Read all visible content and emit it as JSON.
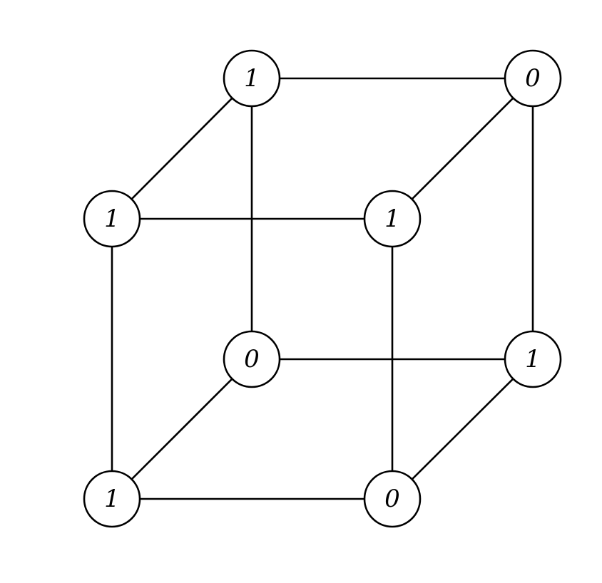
{
  "diagram": {
    "kind": "cube-graph",
    "vertices": [
      {
        "id": "back-top-left",
        "label": "1"
      },
      {
        "id": "back-top-right",
        "label": "0"
      },
      {
        "id": "front-top-left",
        "label": "1"
      },
      {
        "id": "front-top-right",
        "label": "1"
      },
      {
        "id": "back-bottom-left",
        "label": "0"
      },
      {
        "id": "back-bottom-right",
        "label": "1"
      },
      {
        "id": "front-bottom-left",
        "label": "1"
      },
      {
        "id": "front-bottom-right",
        "label": "0"
      }
    ],
    "edges": [
      [
        "back-top-left",
        "back-top-right"
      ],
      [
        "back-top-left",
        "front-top-left"
      ],
      [
        "back-top-left",
        "back-bottom-left"
      ],
      [
        "back-top-right",
        "front-top-right"
      ],
      [
        "back-top-right",
        "back-bottom-right"
      ],
      [
        "front-top-left",
        "front-top-right"
      ],
      [
        "front-top-left",
        "front-bottom-left"
      ],
      [
        "front-top-right",
        "front-bottom-right"
      ],
      [
        "back-bottom-left",
        "back-bottom-right"
      ],
      [
        "back-bottom-left",
        "front-bottom-left"
      ],
      [
        "back-bottom-right",
        "front-bottom-right"
      ],
      [
        "front-bottom-left",
        "front-bottom-right"
      ]
    ]
  }
}
